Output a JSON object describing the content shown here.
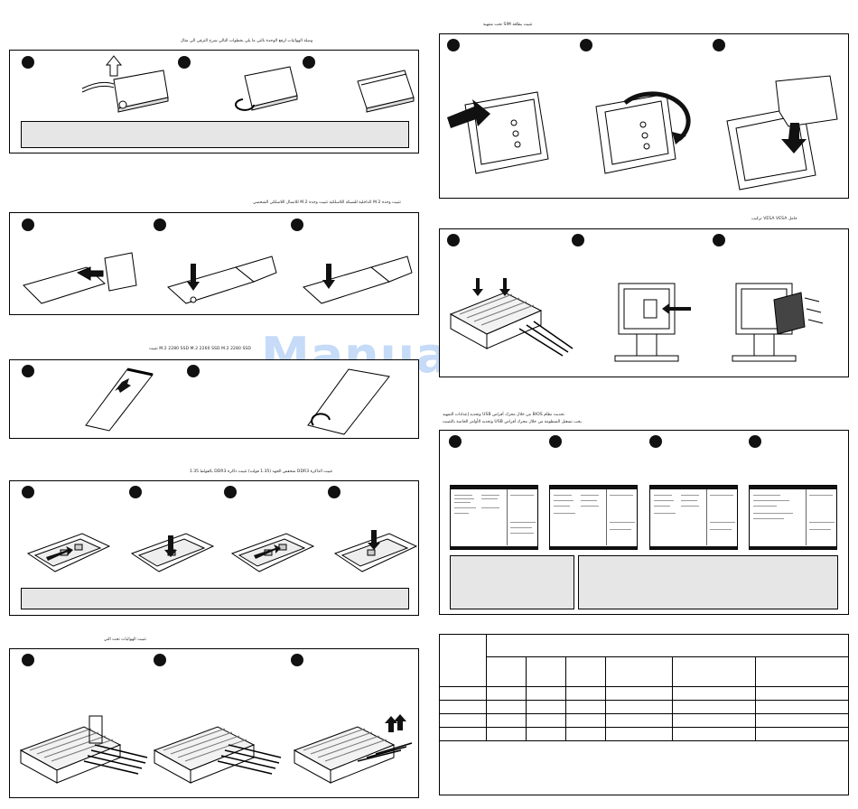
{
  "watermark": "ManualsLib.de",
  "left_column": {
    "sections": [
      {
        "id": "wifi-antenna",
        "caption": "وصلة الهوائيات لرفع الوحدة بالتي    ما يلي بخطوات التالي شرح الترقي الي مثال",
        "steps": 3,
        "has_note": true
      },
      {
        "id": "m2-wifi",
        "caption": "تثبيت وحدة M.2 الداخلية للشبكة اللاسلكية    تثبيت وحدة M.2 للاتصال اللاسلكي الشخصي",
        "steps": 3,
        "has_note": false
      },
      {
        "id": "m2-ssd",
        "caption": "M.2 2280 SSD    M.2 2260 SSD    M.2 2280 SSD تثبيت",
        "steps": 2,
        "has_note": false
      },
      {
        "id": "ddr3",
        "caption": "تثبيت الذاكرة DDR3 منخفض الجهد (1.35 فولت)    تثبيت ذاكرة DDR3 بالفولط 1.35",
        "steps": 4,
        "has_note": true
      },
      {
        "id": "antenna-connect",
        "caption": "تثبيت الهوائيات    تحت التي",
        "steps": 3,
        "has_note": false
      }
    ]
  },
  "right_column": {
    "sections": [
      {
        "id": "sim",
        "caption": "تثبيت بطاقة SIM    تحت منتهية",
        "steps": 3
      },
      {
        "id": "vesa",
        "caption": "حامل VESA    VESA تركيب",
        "steps": 3
      },
      {
        "id": "bios",
        "caption": "تحديث نظام BIOS من خلال محرك أقراص USB وتحديد إعدادات التمهيد",
        "caption2": "يجب تشغيل المنظومة من خلال محرك أقراص USB وتحديد الأوامر الخاصة بالتثبيت",
        "steps": 4
      }
    ]
  }
}
